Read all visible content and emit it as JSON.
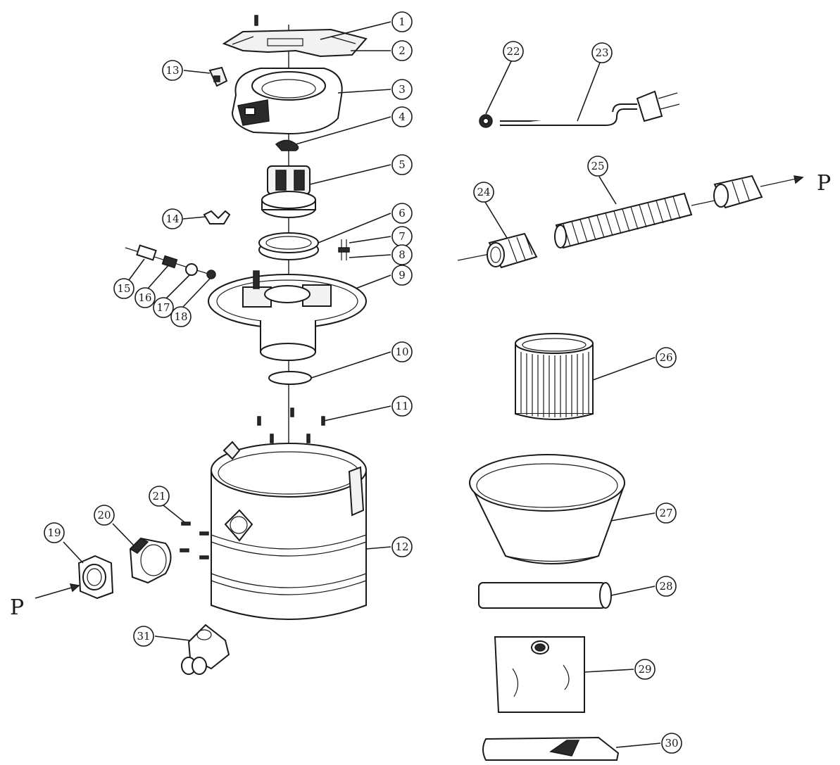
{
  "callouts": [
    {
      "id": "c1",
      "label": "1"
    },
    {
      "id": "c2",
      "label": "2"
    },
    {
      "id": "c3",
      "label": "3"
    },
    {
      "id": "c4",
      "label": "4"
    },
    {
      "id": "c5",
      "label": "5"
    },
    {
      "id": "c6",
      "label": "6"
    },
    {
      "id": "c7",
      "label": "7"
    },
    {
      "id": "c8",
      "label": "8"
    },
    {
      "id": "c9",
      "label": "9"
    },
    {
      "id": "c10",
      "label": "10"
    },
    {
      "id": "c11",
      "label": "11"
    },
    {
      "id": "c12",
      "label": "12"
    },
    {
      "id": "c13",
      "label": "13"
    },
    {
      "id": "c14",
      "label": "14"
    },
    {
      "id": "c15",
      "label": "15"
    },
    {
      "id": "c16",
      "label": "16"
    },
    {
      "id": "c17",
      "label": "17"
    },
    {
      "id": "c18",
      "label": "18"
    },
    {
      "id": "c19",
      "label": "19"
    },
    {
      "id": "c20",
      "label": "20"
    },
    {
      "id": "c21",
      "label": "21"
    },
    {
      "id": "c22",
      "label": "22"
    },
    {
      "id": "c23",
      "label": "23"
    },
    {
      "id": "c24",
      "label": "24"
    },
    {
      "id": "c25",
      "label": "25"
    },
    {
      "id": "c26",
      "label": "26"
    },
    {
      "id": "c27",
      "label": "27"
    },
    {
      "id": "c28",
      "label": "28"
    },
    {
      "id": "c29",
      "label": "29"
    },
    {
      "id": "c30",
      "label": "30"
    },
    {
      "id": "c31",
      "label": "31"
    }
  ],
  "markers": {
    "hose_inlet": "P",
    "hose_end": "P"
  }
}
